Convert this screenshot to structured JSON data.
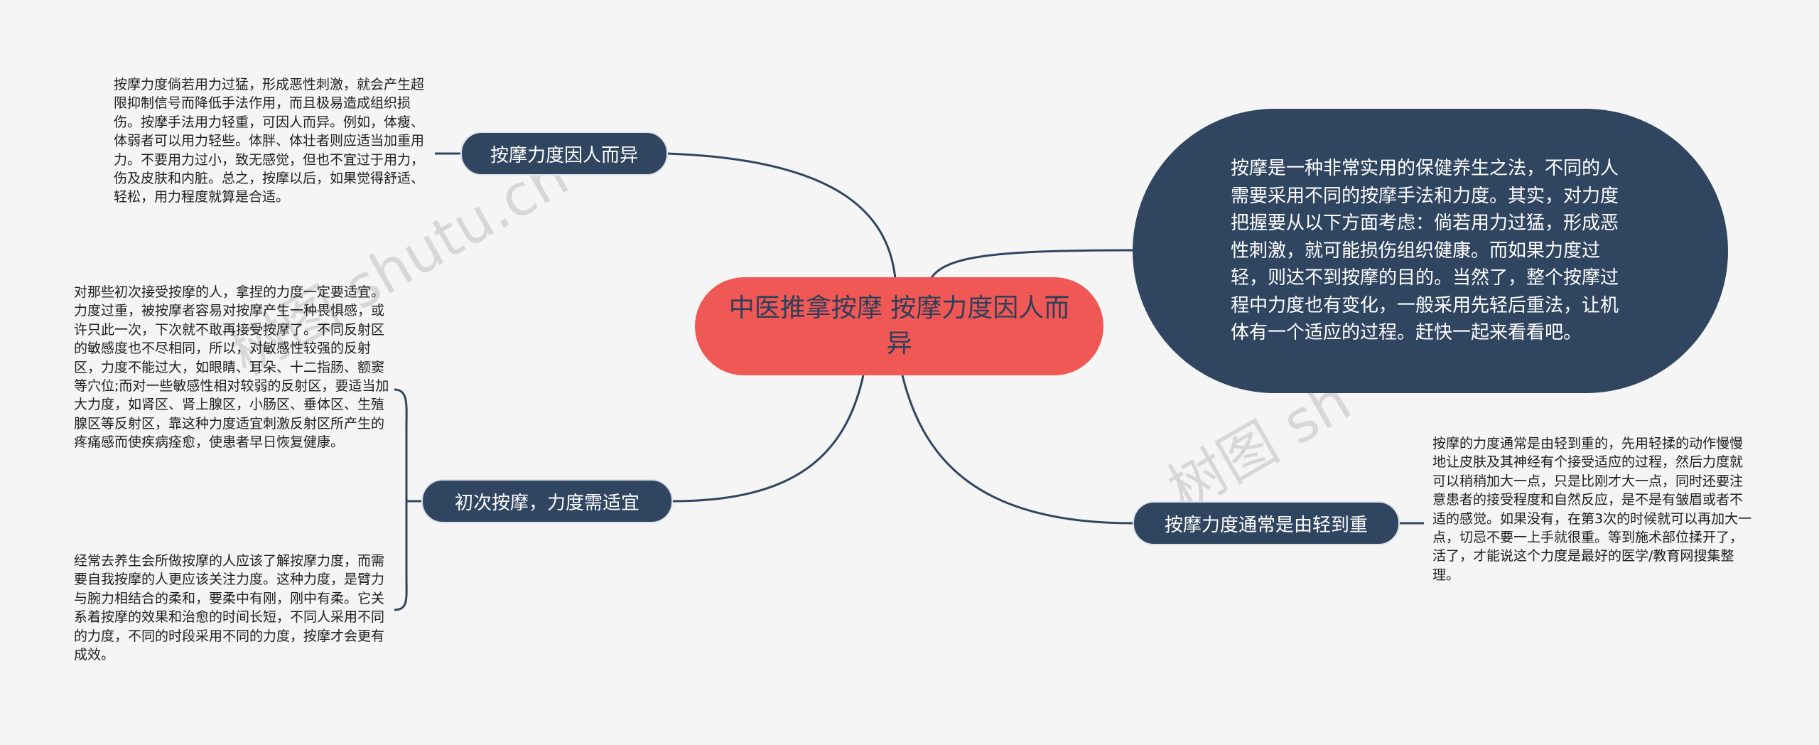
{
  "center": {
    "title": "中医推拿按摩 按摩力度因人而异"
  },
  "branches": {
    "b1": "按摩力度因人而异",
    "b2": "初次按摩，力度需适宜",
    "b3": "按摩力度通常是由轻到重"
  },
  "intro": {
    "text": "按摩是一种非常实用的保健养生之法，不同的人需要采用不同的按摩手法和力度。其实，对力度把握要从以下方面考虑：倘若用力过猛，形成恶性刺激，就可能损伤组织健康。而如果力度过轻，则达不到按摩的目的。当然了，整个按摩过程中力度也有变化，一般采用先轻后重法，让机体有一个适应的过程。赶快一起来看看吧。"
  },
  "leaves": {
    "l1": "按摩力度倘若用力过猛，形成恶性刺激，就会产生超限抑制信号而降低手法作用，而且极易造成组织损伤。按摩手法用力轻重，可因人而异。例如，体瘦、体弱者可以用力轻些。体胖、体壮者则应适当加重用力。不要用力过小，致无感觉，但也不宜过于用力，伤及皮肤和内脏。总之，按摩以后，如果觉得舒适、轻松，用力程度就算是合适。",
    "l2": "对那些初次接受按摩的人，拿捏的力度一定要适宜。力度过重，被按摩者容易对按摩产生一种畏惧感，或许只此一次，下次就不敢再接受按摩了。不同反射区的敏感度也不尽相同，所以，对敏感性较强的反射区，力度不能过大，如眼睛、耳朵、十二指肠、额窦等穴位;而对一些敏感性相对较弱的反射区，要适当加大力度，如肾区、肾上腺区，小肠区、垂体区、生殖腺区等反射区，靠这种力度适宜刺激反射区所产生的疼痛感而使疾病痊愈，使患者早日恢复健康。",
    "l3": "经常去养生会所做按摩的人应该了解按摩力度，而需要自我按摩的人更应该关注力度。这种力度，是臂力与腕力相结合的柔和，要柔中有刚，刚中有柔。它关系着按摩的效果和治愈的时间长短，不同人采用不同的力度，不同的时段采用不同的力度，按摩才会更有成效。",
    "l4": "按摩的力度通常是由轻到重的，先用轻揉的动作慢慢地让皮肤及其神经有个接受适应的过程，然后力度就可以稍稍加大一点，只是比刚才大一点，同时还要注意患者的接受程度和自然反应，是不是有皱眉或者不适的感觉。如果没有，在第3次的时候就可以再加大一点，切忌不要一上手就很重。等到施术部位揉开了，活了，才能说这个力度是最好的医学/教育网搜集整理。"
  },
  "watermarks": [
    "树图 shutu.cn",
    "树图 sh"
  ],
  "colors": {
    "background": "#f5f5f5",
    "center": "#ef5855",
    "branch": "#2f4560",
    "line": "#2f4560"
  }
}
